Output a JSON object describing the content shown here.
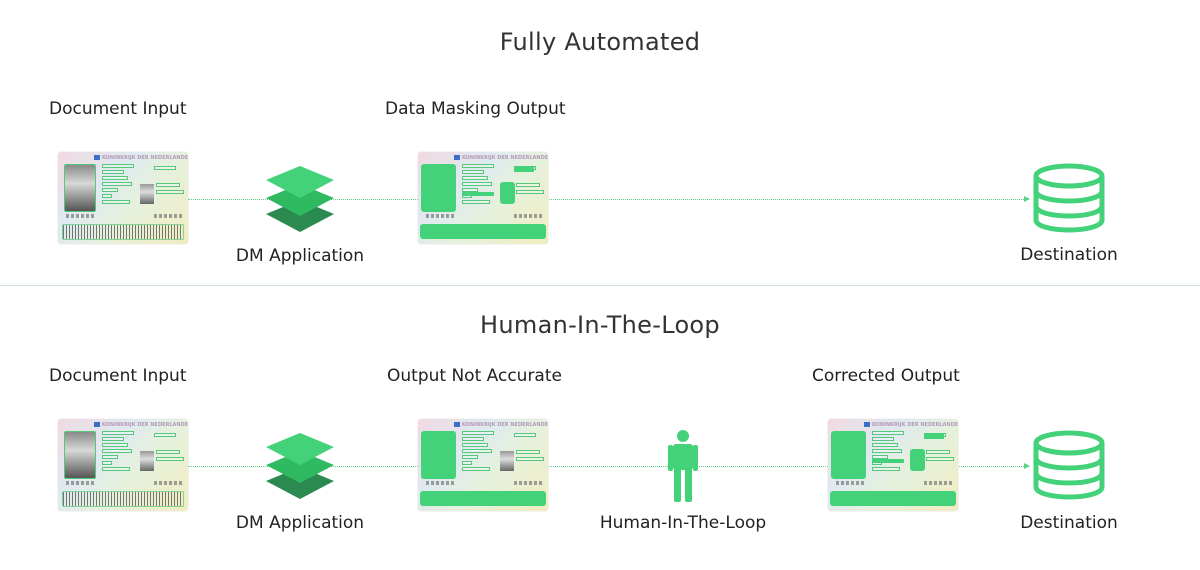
{
  "sections": [
    {
      "title": "Fully Automated",
      "labels": {
        "input": "Document Input",
        "output": "Data Masking Output"
      },
      "app_label": "DM Application",
      "destination_label": "Destination"
    },
    {
      "title": "Human-In-The-Loop",
      "labels": {
        "input": "Document Input",
        "output": "Output Not Accurate",
        "corrected": "Corrected Output"
      },
      "app_label": "DM Application",
      "human_label": "Human-In-The-Loop",
      "destination_label": "Destination"
    }
  ],
  "card_header": "KONINKRIJK DER NEDERLANDEN",
  "icons": {
    "app": "layers-icon",
    "human": "person-icon",
    "destination": "database-icon"
  },
  "colors": {
    "accent": "#43d17a",
    "layer_top": "#43d17a",
    "layer_mid": "#2fba62",
    "layer_bottom": "#2a8a50"
  }
}
